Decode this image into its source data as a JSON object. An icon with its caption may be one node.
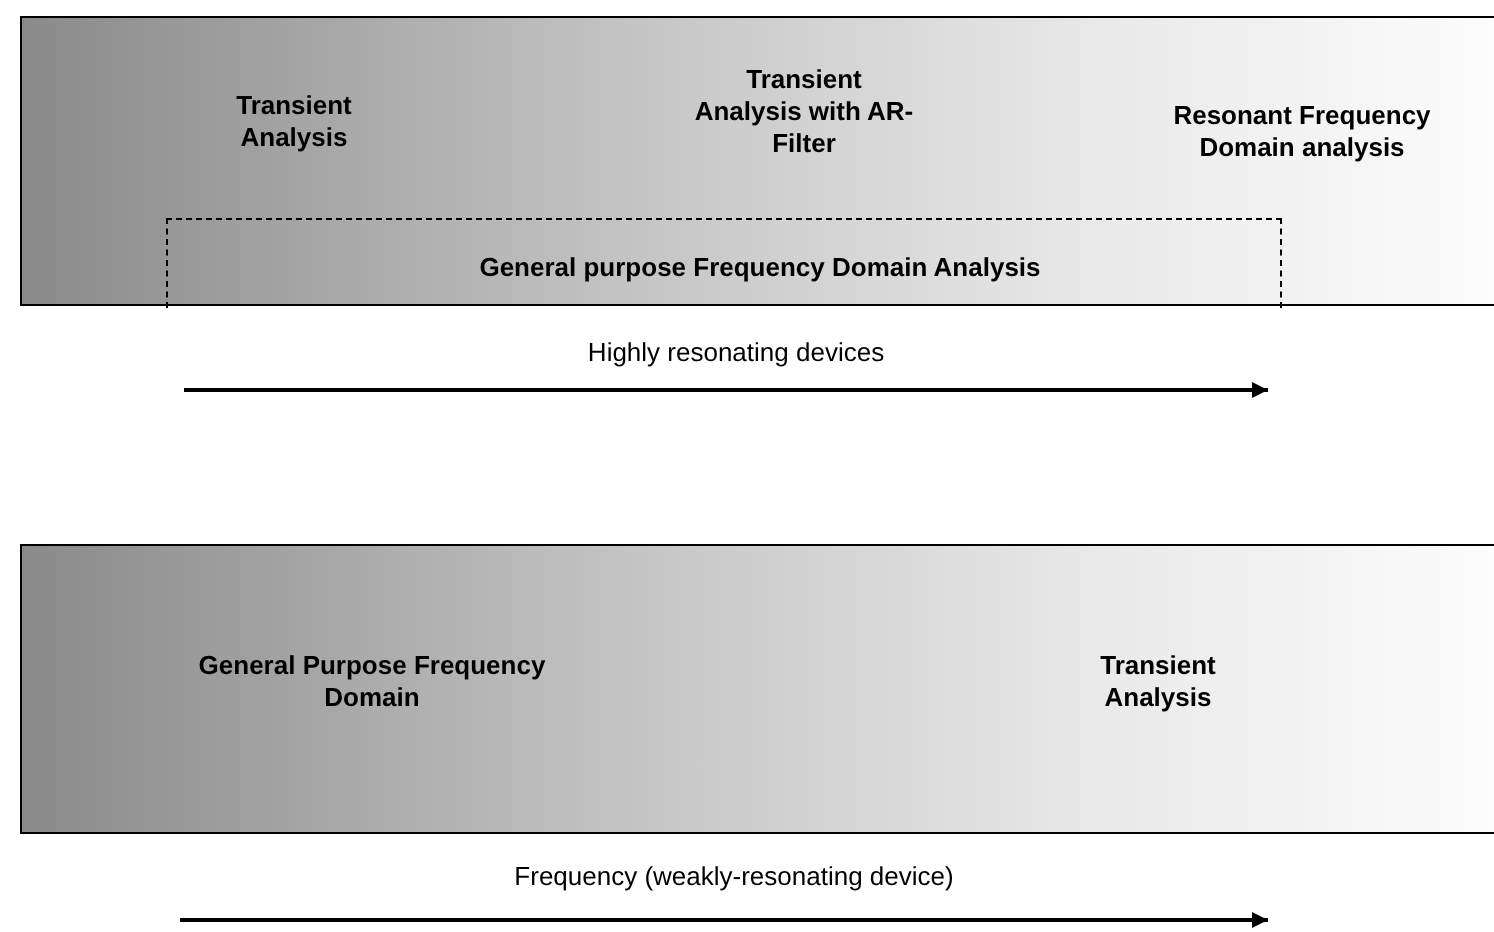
{
  "diagram": {
    "nodes": [
      {
        "text": [
          "Transient Analysis",
          "Transient Analysis with AR-Filter",
          "Resonant Frequency Domain analysis"
        ]
      },
      {
        "text": [
          "General purpose Frequency Domain Analysis"
        ],
        "in": 0
      },
      {
        "text": [
          "General Purpose Frequency Domain",
          "Transient Analysis"
        ]
      }
    ],
    "labels": [
      "Highly resonating devices",
      "Frequency (weakly-resonating device)"
    ]
  }
}
